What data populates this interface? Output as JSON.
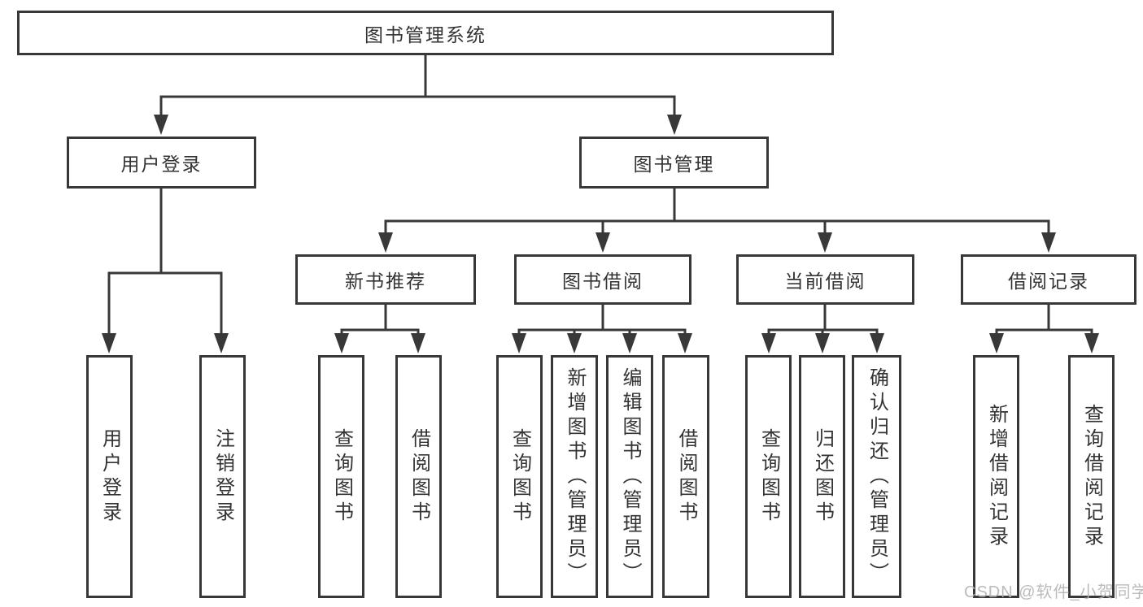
{
  "nodes": {
    "root": {
      "label": "图书管理系统"
    },
    "user_login": {
      "label": "用户登录"
    },
    "book_mgmt": {
      "label": "图书管理"
    },
    "new_book_rec": {
      "label": "新书推荐"
    },
    "book_borrow": {
      "label": "图书借阅"
    },
    "current_borrow": {
      "label": "当前借阅"
    },
    "borrow_record": {
      "label": "借阅记录"
    },
    "leaf_user_login": {
      "label": "用户登录"
    },
    "leaf_logout": {
      "label": "注销登录"
    },
    "leaf_rec_query": {
      "label": "查询图书"
    },
    "leaf_rec_borrow": {
      "label": "借阅图书"
    },
    "leaf_bb_query": {
      "label": "查询图书"
    },
    "leaf_bb_add": {
      "label": "新增图书（管理员）"
    },
    "leaf_bb_edit": {
      "label": "编辑图书（管理员）"
    },
    "leaf_bb_borrow": {
      "label": "借阅图书"
    },
    "leaf_cb_query": {
      "label": "查询图书"
    },
    "leaf_cb_return": {
      "label": "归还图书"
    },
    "leaf_cb_confirm": {
      "label": "确认归还（管理员）"
    },
    "leaf_br_add": {
      "label": "新增借阅记录"
    },
    "leaf_br_query": {
      "label": "查询借阅记录"
    }
  },
  "watermark": "CSDN @软件_小贺同学",
  "colors": {
    "line": "#383838",
    "box_border": "#383838",
    "text": "#333333",
    "watermark": "#b4b4b4",
    "background": "#ffffff"
  }
}
